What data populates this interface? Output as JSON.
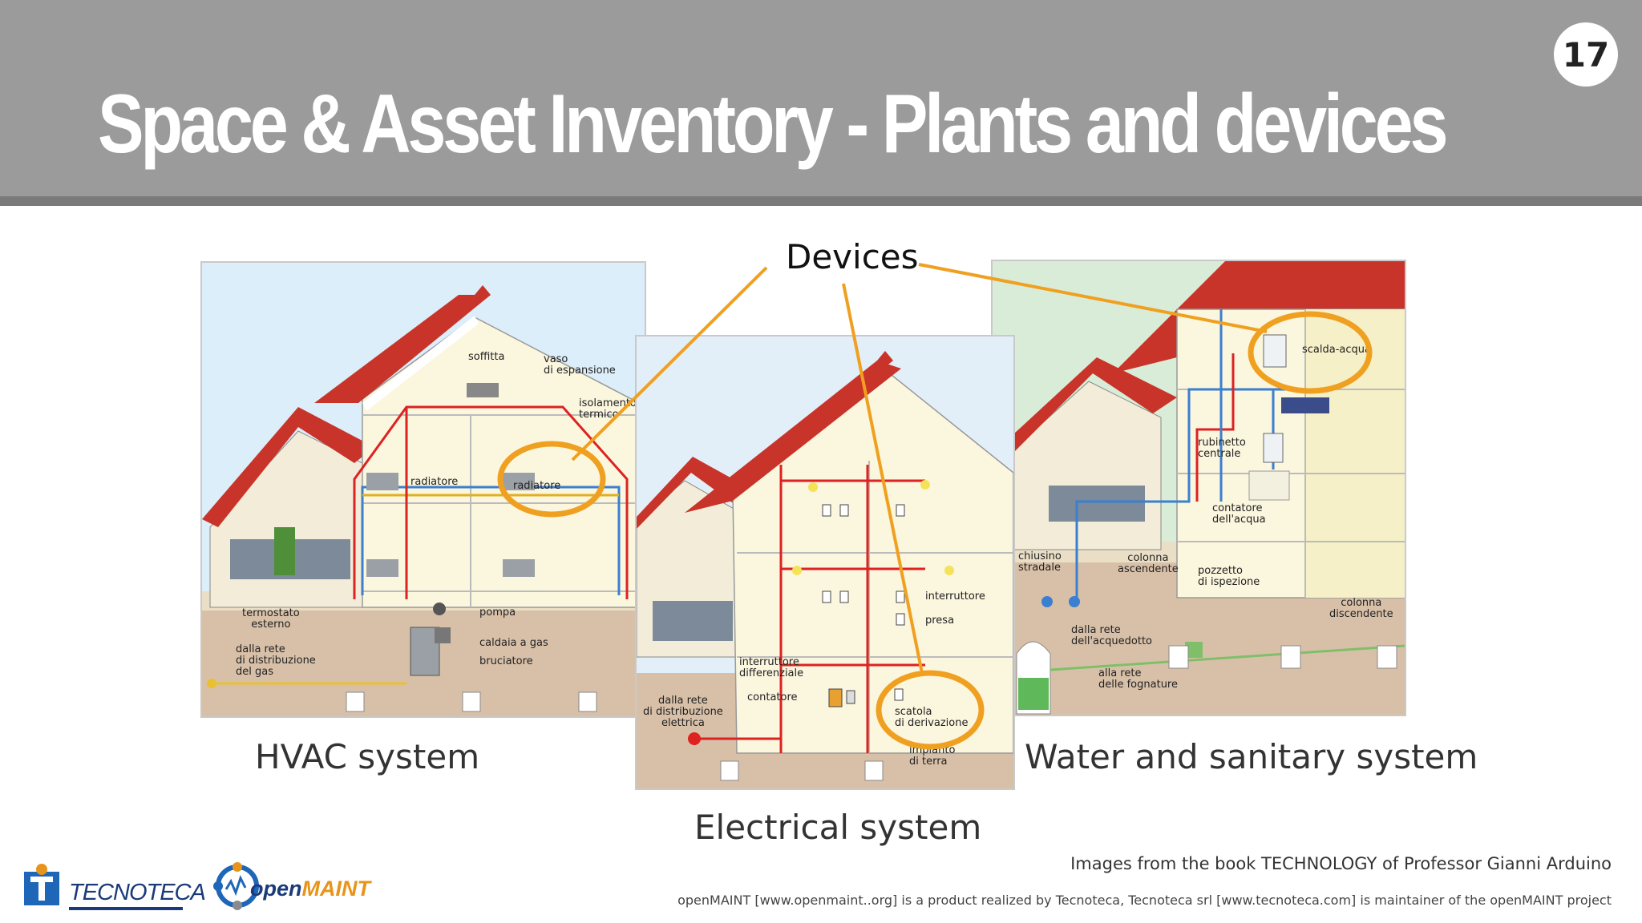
{
  "header": {
    "title": "Space & Asset Inventory - Plants and devices",
    "page_number": "17"
  },
  "callout": {
    "label": "Devices",
    "color": "#f0a020"
  },
  "panels": {
    "hvac": {
      "caption": "HVAC system",
      "labels": {
        "soffitta": "soffitta",
        "vaso": "vaso\ndi espansione",
        "isolamento": "isolamento\ntermico",
        "radiatore_left": "radiatore",
        "radiatore_right": "radiatore",
        "termostato": "termostato\nesterno",
        "pompa": "pompa",
        "dalla_rete": "dalla rete\ndi distribuzione\ndel gas",
        "caldaia": "caldaia a gas",
        "bruciatore": "bruciatore"
      }
    },
    "electrical": {
      "caption": "Electrical system",
      "labels": {
        "interruttore": "interruttore",
        "presa": "presa",
        "interruttore_diff": "interruttore\ndifferenziale",
        "contatore": "contatore",
        "dalla_rete": "dalla rete\ndi distribuzione\nelettrica",
        "scatola": "scatola\ndi derivazione",
        "impianto": "impianto\ndi terra"
      }
    },
    "water": {
      "caption": "Water and sanitary system",
      "labels": {
        "scalda": "scalda-acqua",
        "rubinetto": "rubinetto\ncentrale",
        "contatore": "contatore\ndell'acqua",
        "chiusino": "chiusino\nstradale",
        "colonna_asc": "colonna\nascendente",
        "pozzetto": "pozzetto\ndi ispezione",
        "colonna_disc": "colonna\ndiscendente",
        "dalla_rete": "dalla rete\ndell'acquedotto",
        "alla_rete": "alla rete\ndelle fognature"
      }
    }
  },
  "footer": {
    "credit": "Images from the book TECHNOLOGY of Professor Gianni Arduino",
    "note": "openMAINT [www.openmaint..org] is a product realized by Tecnoteca, Tecnoteca srl [www.tecnoteca.com] is maintainer of the openMAINT project",
    "logo_tecnoteca": "TECNOTECA",
    "logo_openmaint_1": "open",
    "logo_openmaint_2": "MAINT"
  }
}
